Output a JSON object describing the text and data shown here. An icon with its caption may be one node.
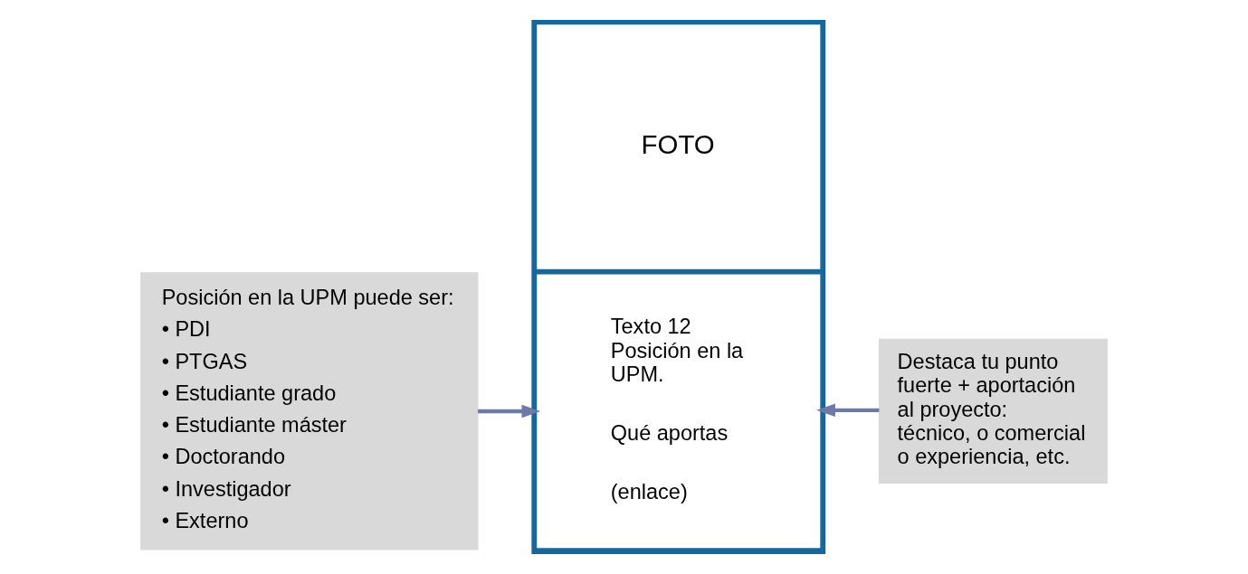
{
  "diagram": {
    "nodes": [
      {
        "text": [
          "Posición en la UPM puede ser:",
          "• PDI",
          "• PTGAS",
          "• Estudiante grado",
          "• Estudiante máster",
          "• Doctorando",
          "• Investigador",
          "• Externo"
        ]
      },
      {
        "text": [],
        "shape": "box"
      },
      {
        "text": [
          "FOTO"
        ],
        "in": 1
      },
      {
        "text": [
          "Texto 12 Posición en la UPM.",
          "Qué aportas",
          "(enlace)"
        ],
        "in": 1
      },
      {
        "text": [
          "Destaca tu punto fuerte + aportación al proyecto: técnico, o comercial o experiencia, etc."
        ]
      }
    ],
    "edges": [
      {
        "from": 0,
        "to": 3,
        "arrow": "to"
      },
      {
        "from": 4,
        "to": 3,
        "arrow": "to"
      }
    ]
  }
}
